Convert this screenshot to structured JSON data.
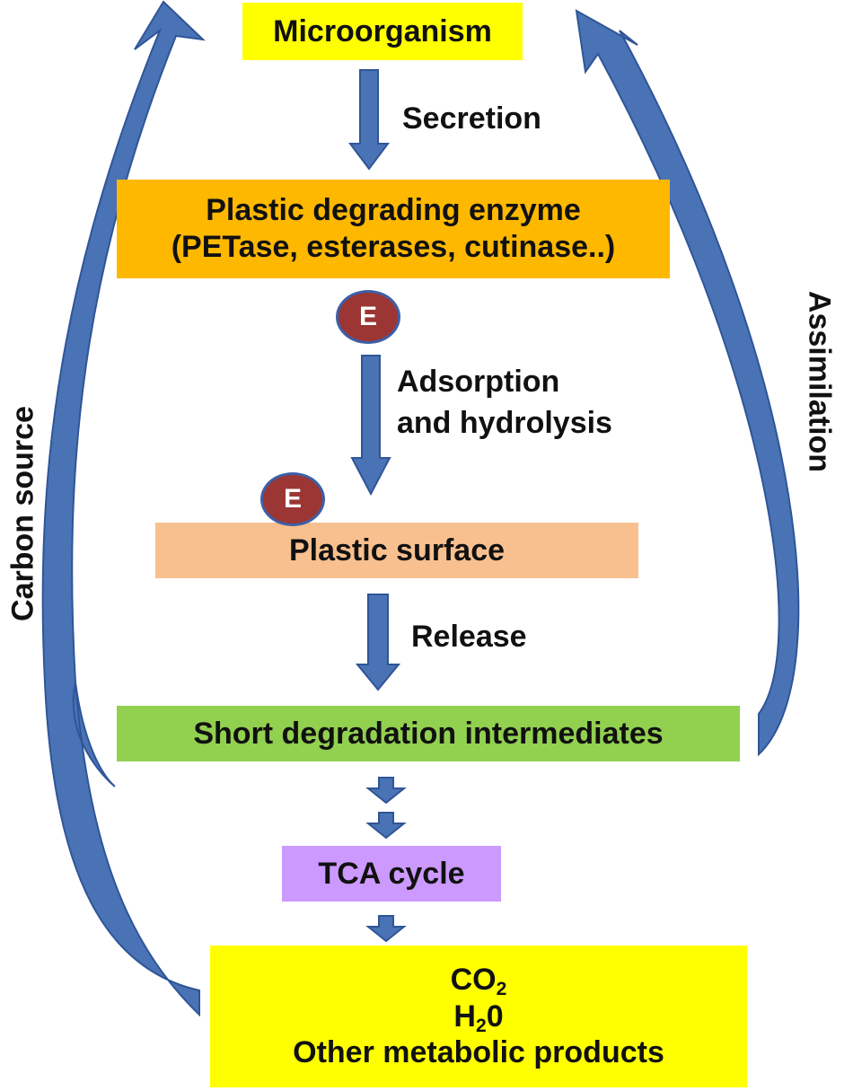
{
  "nodes": {
    "microorganism": "Microorganism",
    "enzyme_line1": "Plastic degrading enzyme",
    "enzyme_line2": "(PETase, esterases, cutinase..)",
    "plastic_surface": "Plastic surface",
    "intermediates": "Short degradation intermediates",
    "tca": "TCA cycle",
    "products": {
      "co2_main": "CO",
      "co2_sub": "2",
      "h2o_main": "H",
      "h2o_sub": "2",
      "h2o_tail": "0",
      "other": "Other metabolic products"
    }
  },
  "edges": {
    "secretion": "Secretion",
    "adsorption_line1": "Adsorption",
    "adsorption_line2": "and hydrolysis",
    "release": "Release",
    "assimilation": "Assimilation",
    "carbon_source": "Carbon source"
  },
  "enzyme_marker": "E",
  "colors": {
    "arrow": "#4a73b5",
    "arrow_edge": "#2f5597",
    "microorganism": "#ffff00",
    "enzyme_box": "#ffb800",
    "plastic_surface": "#f8c08f",
    "intermediates": "#92d050",
    "tca": "#cc99ff",
    "products": "#ffff00",
    "enzyme_marker": "#9b3634"
  }
}
